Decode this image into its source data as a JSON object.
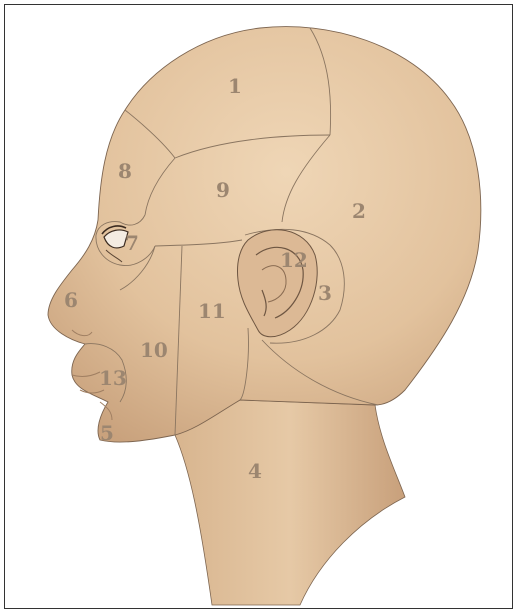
{
  "colors": {
    "skin": "#e6c9a6",
    "skin_shadow": "#c9a27d",
    "region_line": "#8a7560",
    "label": "#9c8670",
    "frame": "#333333"
  },
  "regions": [
    {
      "id": "1",
      "label": "1"
    },
    {
      "id": "2",
      "label": "2"
    },
    {
      "id": "3",
      "label": "3"
    },
    {
      "id": "4",
      "label": "4"
    },
    {
      "id": "5",
      "label": "5"
    },
    {
      "id": "6",
      "label": "6"
    },
    {
      "id": "7",
      "label": "7"
    },
    {
      "id": "8",
      "label": "8"
    },
    {
      "id": "9",
      "label": "9"
    },
    {
      "id": "10",
      "label": "10"
    },
    {
      "id": "11",
      "label": "11"
    },
    {
      "id": "12",
      "label": "12"
    },
    {
      "id": "13",
      "label": "13"
    }
  ]
}
